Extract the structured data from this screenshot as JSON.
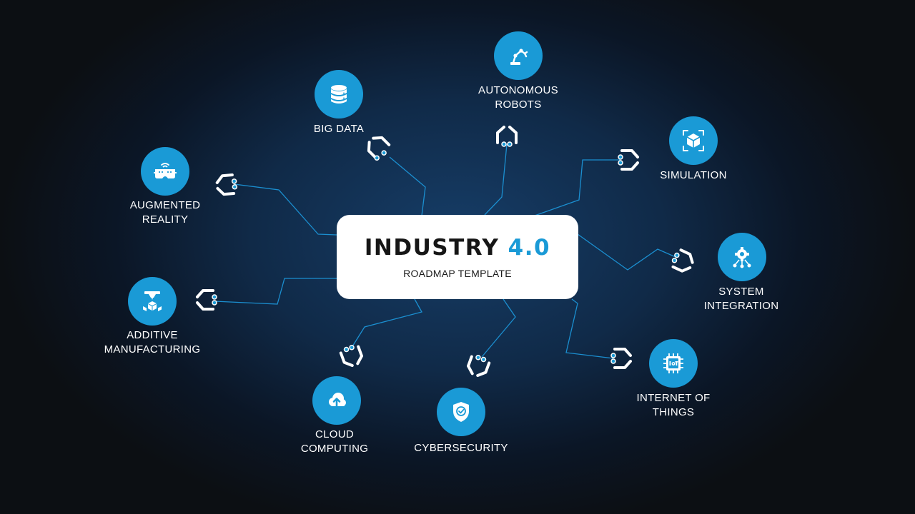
{
  "title": {
    "main": "INDUSTRY",
    "accent": "4.0",
    "subtitle": "ROADMAP TEMPLATE"
  },
  "colors": {
    "accent": "#1a9ad6",
    "line": "#1b8fd0",
    "background": "#102a48",
    "card": "#ffffff",
    "text": "#ffffff"
  },
  "nodes": [
    {
      "id": "big-data",
      "icon": "database-icon",
      "lines": [
        "BIG DATA"
      ]
    },
    {
      "id": "autonomous-robots",
      "icon": "robot-arm-icon",
      "lines": [
        "AUTONOMOUS",
        "ROBOTS"
      ]
    },
    {
      "id": "simulation",
      "icon": "cube-icon",
      "lines": [
        "SIMULATION"
      ]
    },
    {
      "id": "system-integration",
      "icon": "gear-network-icon",
      "lines": [
        "SYSTEM",
        "INTEGRATION"
      ]
    },
    {
      "id": "internet-of-things",
      "icon": "iot-chip-icon",
      "lines": [
        "INTERNET OF",
        "THINGS"
      ]
    },
    {
      "id": "cybersecurity",
      "icon": "shield-icon",
      "lines": [
        "CYBERSECURITY"
      ]
    },
    {
      "id": "cloud-computing",
      "icon": "cloud-upload-icon",
      "lines": [
        "CLOUD",
        "COMPUTING"
      ]
    },
    {
      "id": "additive-manufacturing",
      "icon": "3d-printer-icon",
      "lines": [
        "ADDITIVE",
        "MANUFACTURING"
      ]
    },
    {
      "id": "augmented-reality",
      "icon": "vr-headset-icon",
      "lines": [
        "AUGMENTED",
        "REALITY"
      ]
    }
  ]
}
